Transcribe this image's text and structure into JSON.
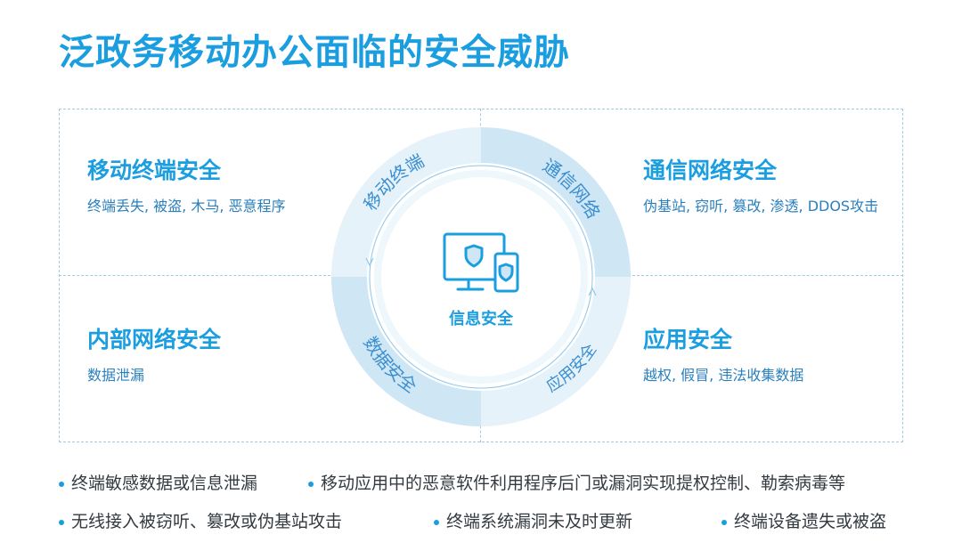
{
  "title": "泛政务移动办公面临的安全威胁",
  "quadrants": [
    {
      "title": "移动终端安全",
      "desc": "终端丢失, 被盗, 木马, 恶意程序"
    },
    {
      "title": "通信网络安全",
      "desc": "伪基站, 窃听, 篡改, 渗透, DDOS攻击"
    },
    {
      "title": "内部网络安全",
      "desc": "数据泄漏"
    },
    {
      "title": "应用安全",
      "desc": "越权, 假冒, 违法收集数据"
    }
  ],
  "ring": {
    "segments": [
      "移动终端",
      "通信网络",
      "数据安全",
      "应用安全"
    ],
    "center": "信息安全",
    "center_icon": "monitor-phone-shield-icon"
  },
  "bullets": [
    "终端敏感数据或信息泄漏",
    "移动应用中的恶意软件利用程序后门或漏洞实现提权控制、勒索病毒等",
    "无线接入被窃听、篡改或伪基站攻击",
    "终端系统漏洞未及时更新",
    "终端设备遗失或被盗"
  ],
  "colors": {
    "accent": "#1a9ee0",
    "ring_light": "#e6f2fa",
    "ring_mid": "#cfe6f5",
    "text_dark": "#333a40"
  }
}
